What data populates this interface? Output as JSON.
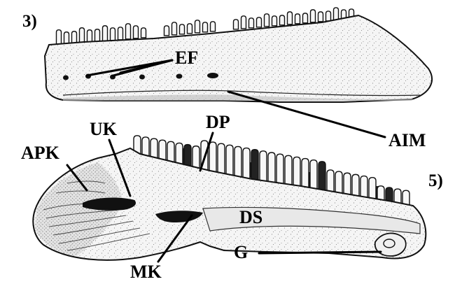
{
  "figure": {
    "panels": [
      {
        "id": "3",
        "label": "3)"
      },
      {
        "id": "5",
        "label": "5)"
      }
    ],
    "labels": {
      "ef": "EF",
      "aim": "AIM",
      "uk": "UK",
      "apk": "APK",
      "dp": "DP",
      "ds": "DS",
      "mk": "MK",
      "g": "G"
    }
  }
}
